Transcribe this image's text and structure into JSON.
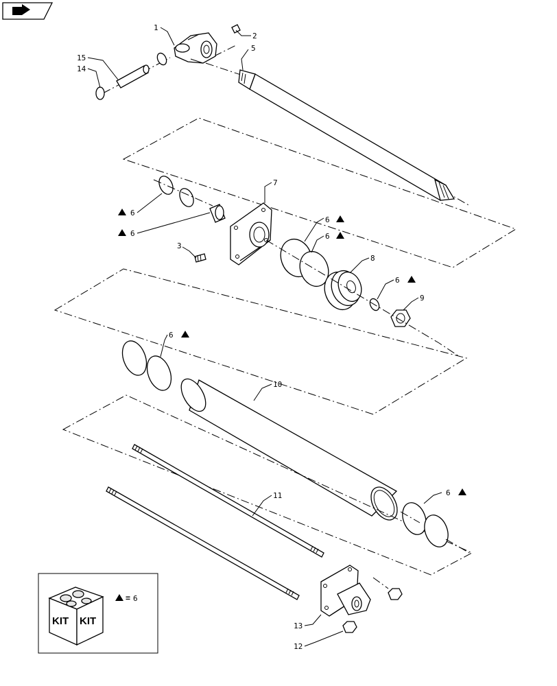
{
  "labels": {
    "p1": "1",
    "p2": "2",
    "p3": "3",
    "p5": "5",
    "p7": "7",
    "p8": "8",
    "p9": "9",
    "p10": "10",
    "p11": "11",
    "p12": "12",
    "p13": "13",
    "p14": "14",
    "p15": "15",
    "p6a": "6",
    "p6b": "6",
    "p6c": "6",
    "p6d": "6",
    "p6e": "6",
    "p6f": "6",
    "p6g": "6"
  },
  "legend": {
    "kit_text_left": "KIT",
    "kit_text_right": "KIT",
    "equals_text": "=",
    "kit_ref": "6"
  },
  "nav": {
    "icon": "next-page-arrow-icon"
  }
}
